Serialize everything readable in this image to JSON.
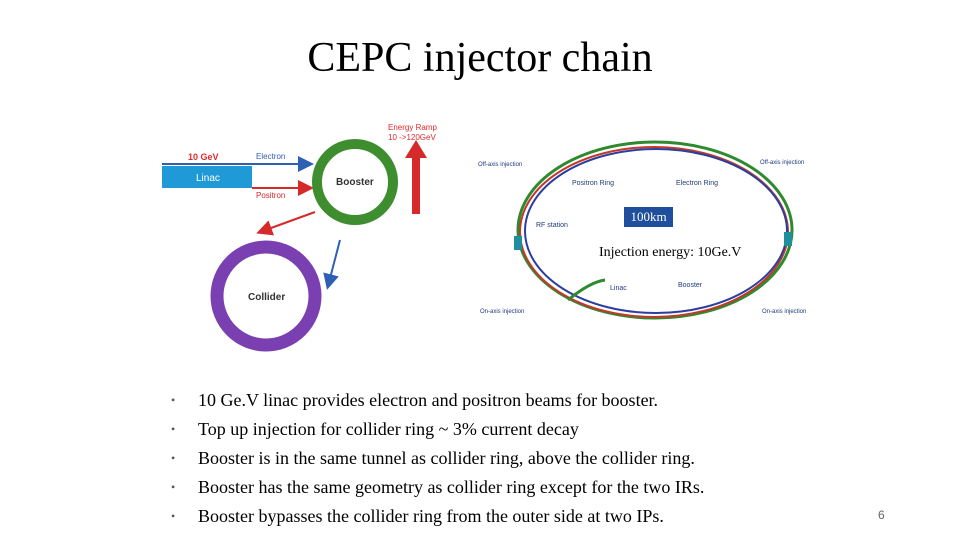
{
  "title": "CEPC injector chain",
  "left_diagram": {
    "linac_label": "Linac",
    "linac_energy": "10 GeV",
    "electron_label": "Electron",
    "positron_label": "Positron",
    "booster_label": "Booster",
    "collider_label": "Collider",
    "energy_ramp_line1": "Energy Ramp",
    "energy_ramp_line2": "10 ->120GeV",
    "colors": {
      "linac": "#1f9ad6",
      "booster": "#3e8e2f",
      "collider": "#7a3fb0",
      "energy_text": "#e02a2a",
      "electron": "#2f5fb3",
      "positron": "#d62a2a"
    }
  },
  "right_diagram": {
    "off_axis_left": "Off-axis injection",
    "off_axis_right": "Off-axis injection",
    "positron_ring": "Positron Ring",
    "electron_ring": "Electron Ring",
    "rf_station": "RF station",
    "linac": "Linac",
    "booster": "Booster",
    "on_axis_left": "On-axis injection",
    "on_axis_right": "On-axis injection",
    "circumference": "100km",
    "injection_energy": "Injection energy: 10Ge.V"
  },
  "bullets": [
    "10 Ge.V linac provides electron and positron beams for booster.",
    "Top up injection for collider ring ~ 3% current decay",
    "Booster is in the same tunnel as collider ring, above the collider ring.",
    "Booster has the same geometry as collider ring except for the two IRs.",
    "Booster bypasses the collider ring from the outer side at two IPs."
  ],
  "bullet_symbol": "•",
  "page_number": "6"
}
